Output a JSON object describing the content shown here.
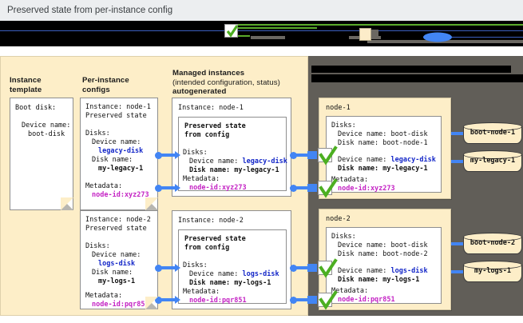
{
  "caption": "Preserved state from per-instance config",
  "colors": {
    "cream": "#fdeec8",
    "gray_panel": "#615e58",
    "connector_blue": "#4285f4",
    "code_blue": "#1326c8",
    "code_magenta": "#c423c4",
    "check_green": "#4caf21",
    "redaction": "#000000"
  },
  "legend": {
    "redacted": true,
    "note": "legend labels are blacked out in the screenshot",
    "items": [
      {
        "glyph": "green-check-badge-icon",
        "label": ""
      },
      {
        "glyph": "cream-swatch-icon",
        "label": ""
      },
      {
        "glyph": "blue-cylinder-icon",
        "label": ""
      }
    ]
  },
  "columns": {
    "instance_template": {
      "line1": "Instance",
      "line2": "template"
    },
    "per_instance_configs": {
      "line1": "Per-instance",
      "line2": "configs"
    },
    "managed_instances": {
      "line1": "Managed instances",
      "line2": "(intended configuration, status)",
      "line3": "autogenerated"
    },
    "right_panel_header": {
      "line1": "",
      "line2": "",
      "redacted": true
    }
  },
  "instance_template_note": {
    "title": "Boot disk:",
    "device_label": "Device name:",
    "device_value": "boot-disk"
  },
  "rows": [
    {
      "id": "node-1",
      "config": {
        "instance_line": "Instance: node-1",
        "preserved_line": "Preserved state",
        "disks_label": "Disks:",
        "device_label": "Device name:",
        "device_value": "legacy-disk",
        "diskname_label": "Disk name:",
        "diskname_value": "my-legacy-1",
        "metadata_label": "Metadata:",
        "metadata_value": "node-id:xyz273"
      },
      "managed": {
        "instance_line": "Instance: node-1",
        "preserved_line1": "Preserved state",
        "preserved_line2": "from config",
        "disks_label": "Disks:",
        "device_line_label": "Device name: ",
        "device_value": "legacy-disk",
        "diskname_line": "Disk name: my-legacy-1",
        "metadata_label": "Metadata:",
        "metadata_value": "node-id:xyz273"
      },
      "actual": {
        "title": "node-1",
        "disks_label": "Disks:",
        "boot_device_line": "Device name: boot-disk",
        "boot_diskname_line": "Disk name: boot-node-1",
        "device_line_label": "Device name: ",
        "device_value": "legacy-disk",
        "diskname_line": "Disk name: my-legacy-1",
        "metadata_label": "Metadata:",
        "metadata_value": "node-id:xyz273"
      },
      "disks": [
        {
          "name": "boot-node-1",
          "highlight": false
        },
        {
          "name": "my-legacy-1",
          "highlight": true
        }
      ]
    },
    {
      "id": "node-2",
      "config": {
        "instance_line": "Instance: node-2",
        "preserved_line": "Preserved state",
        "disks_label": "Disks:",
        "device_label": "Device name:",
        "device_value": "logs-disk",
        "diskname_label": "Disk name:",
        "diskname_value": "my-logs-1",
        "metadata_label": "Metadata:",
        "metadata_value": "node-id:pqr851"
      },
      "managed": {
        "instance_line": "Instance: node-2",
        "preserved_line1": "Preserved state",
        "preserved_line2": "from config",
        "disks_label": "Disks:",
        "device_line_label": "Device name: ",
        "device_value": "logs-disk",
        "diskname_line": "Disk name: my-logs-1",
        "metadata_label": "Metadata:",
        "metadata_value": "node-id:pqr851"
      },
      "actual": {
        "title": "node-2",
        "disks_label": "Disks:",
        "boot_device_line": "Device name: boot-disk",
        "boot_diskname_line": "Disk name: boot-node-2",
        "device_line_label": "Device name: ",
        "device_value": "logs-disk",
        "diskname_line": "Disk name: my-logs-1",
        "metadata_label": "Metadata:",
        "metadata_value": "node-id:pqr851"
      },
      "disks": [
        {
          "name": "boot-node-2",
          "highlight": false
        },
        {
          "name": "my-logs-1",
          "highlight": true
        }
      ]
    }
  ]
}
